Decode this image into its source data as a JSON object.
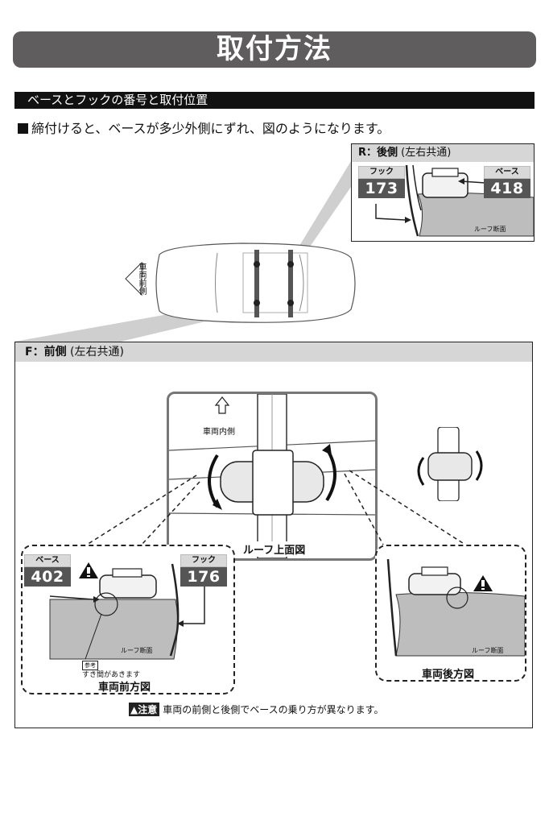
{
  "page_title": "取付方法",
  "section_title": "ベースとフックの番号と取付位置",
  "instruction": "締付けると、ベースが多少外側にずれ、図のようになります。",
  "rear_panel": {
    "heading_bold": "R：後側",
    "heading_note": "(左右共通)",
    "hook_label": "フック",
    "hook_number": "173",
    "base_label": "ベース",
    "base_number": "418",
    "roof_section_label": "ルーフ断面"
  },
  "car_direction_label": "車両前側",
  "front_panel": {
    "heading_bold": "F：前側",
    "heading_note": "(左右共通)",
    "inner_side_label": "車両内側",
    "roof_top_view_caption": "ルーフ上面図",
    "left_detail": {
      "base_label": "ベース",
      "base_number": "402",
      "hook_label": "フック",
      "hook_number": "176",
      "roof_section_label": "ルーフ断面",
      "reference_tag": "参考",
      "gap_note": "すき間があきます",
      "caption": "車両前方図"
    },
    "right_detail": {
      "roof_section_label": "ルーフ断面",
      "caption": "車両後方図"
    },
    "caution_chip": "注意",
    "caution_text": "車両の前側と後側でベースの乗り方が異なります。"
  }
}
